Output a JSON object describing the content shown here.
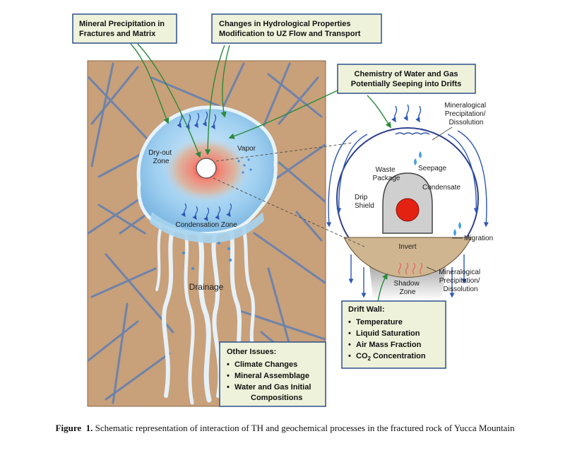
{
  "boxes": {
    "mineral_precip": [
      "Mineral Precipitation in",
      "Fractures and Matrix"
    ],
    "hydro": [
      "Changes in Hydrological Properties",
      "Modification to UZ Flow and Transport"
    ],
    "chemistry": [
      "Chemistry of Water and Gas",
      "Potentially Seeping into Drifts"
    ],
    "drift_wall_title": "Drift Wall:",
    "drift_wall_items": [
      "Temperature",
      "Liquid Saturation",
      "Air Mass Fraction",
      "CO",
      "Concentration"
    ],
    "other_title": "Other Issues:",
    "other_items": [
      "Climate Changes",
      "Mineral Assemblage",
      "Water and Gas Initial",
      "Compositions"
    ]
  },
  "labels": {
    "dryout": [
      "Dry-out",
      "Zone"
    ],
    "vapor": "Vapor",
    "condensation": "Condensation Zone",
    "drainage": "Drainage",
    "min_precip_top": [
      "Mineralogical",
      "Precipitation/",
      "Dissolution"
    ],
    "waste_package": [
      "Waste",
      "Package"
    ],
    "seepage": "Seepage",
    "condensate": "Condensate",
    "drip_shield": [
      "Drip",
      "Shield"
    ],
    "migration": "Migration",
    "invert": "Invert",
    "min_precip_bottom": [
      "Mineralogical",
      "Precipitation/",
      "Dissolution"
    ],
    "shadow_zone": [
      "Shadow",
      "Zone"
    ]
  },
  "caption": {
    "figure": "Figure",
    "number": "1.",
    "text": "Schematic representation of interaction of TH and geochemical processes in the fractured rock of Yucca Mountain"
  },
  "colors": {
    "rock": "#c8a079",
    "fracture": "#5f7fb4",
    "dryzone": "#a8d3ec",
    "heat_core": "#e74a3a",
    "box_fill": "#eef2da",
    "box_border": "#2d4f8c",
    "arrow_green": "#2a8a3a",
    "arrow_blue": "#2d56b5",
    "drift_interior": "#ffffff",
    "invert": "#cfb690",
    "waste_red": "#e32212"
  }
}
